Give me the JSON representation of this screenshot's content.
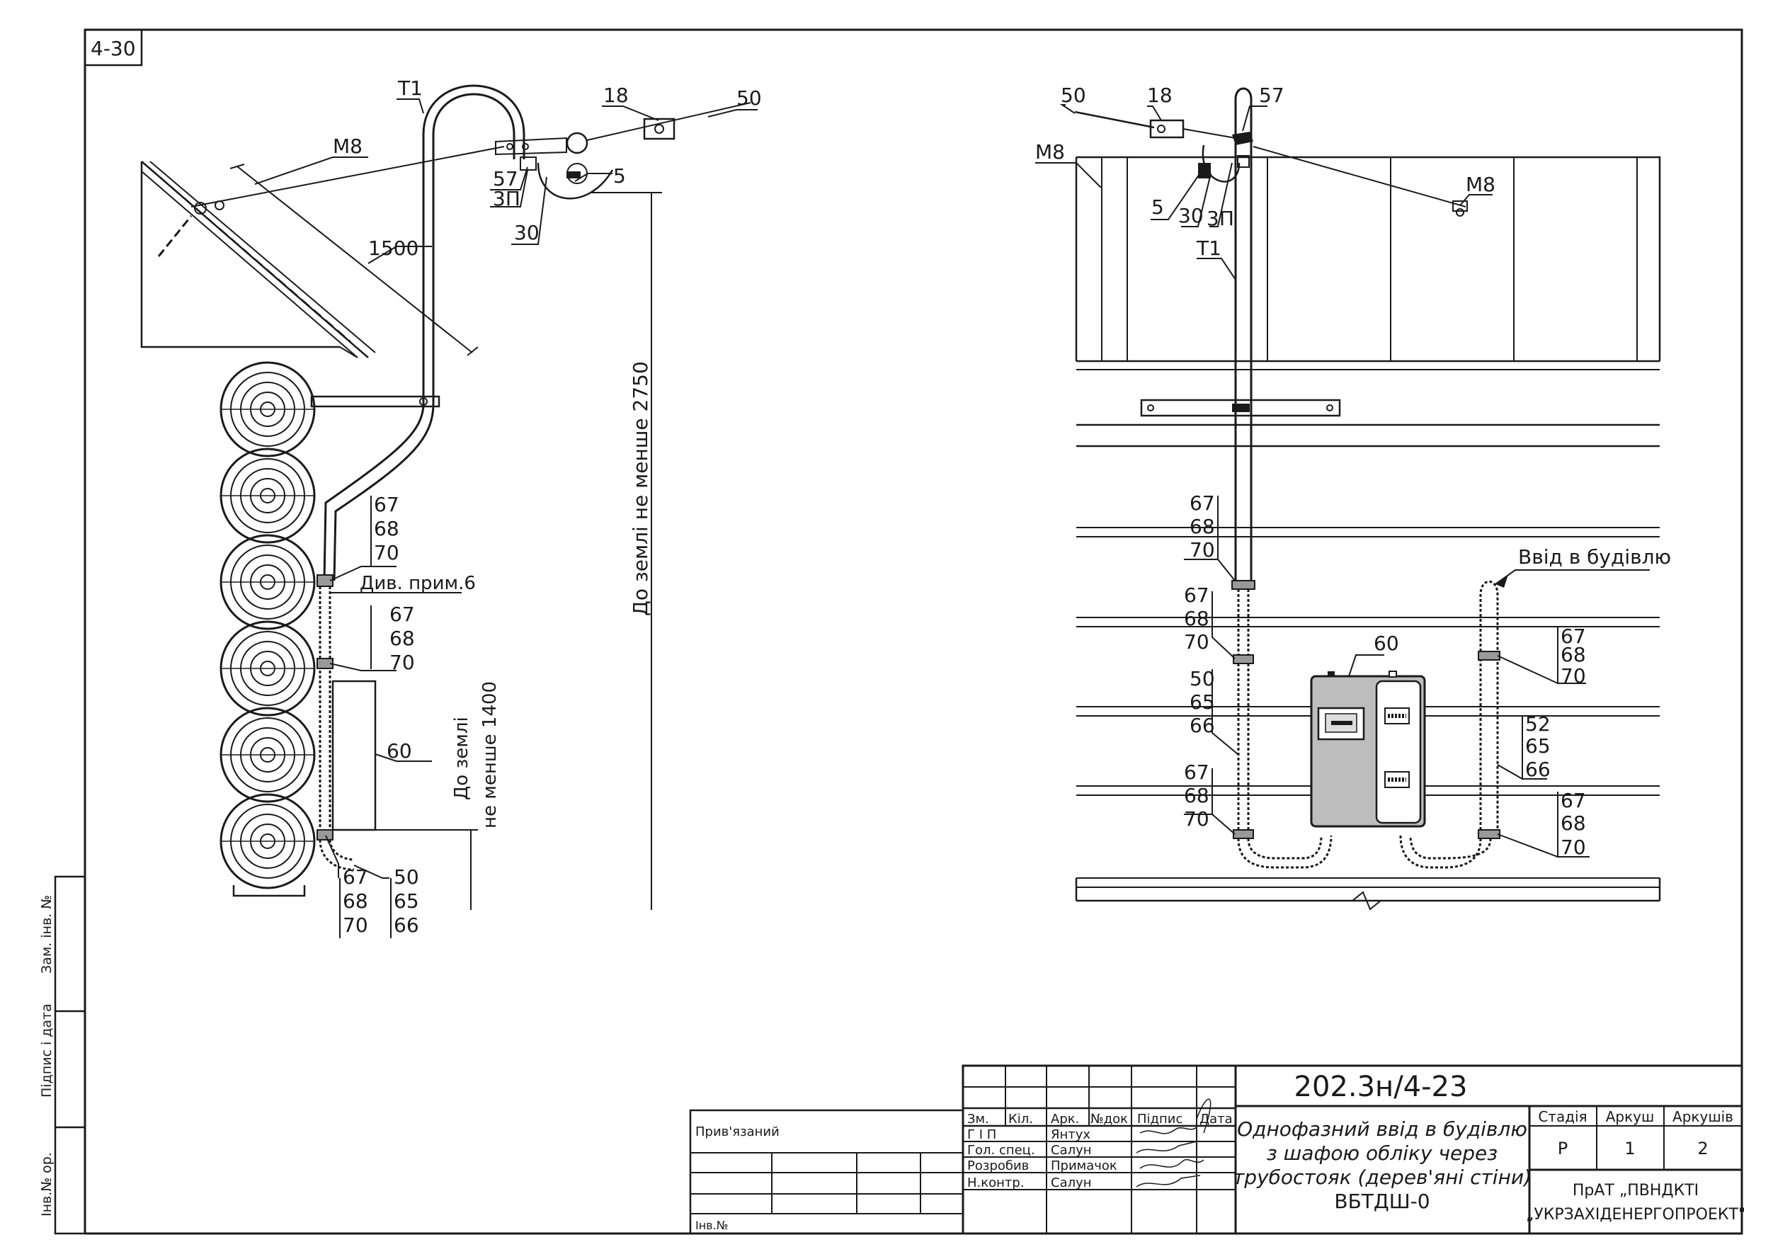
{
  "sheet_code": "4-30",
  "left_view": {
    "labels": {
      "t1": "Т1",
      "m8": "М8",
      "p18": "18",
      "p50": "50",
      "p57": "57",
      "p3p": "3П",
      "p5": "5",
      "p30": "30",
      "dim1500": "1500",
      "dim2750": "До землі не менше 2750",
      "dim1400_a": "До землі",
      "dim1400_b": "не менше 1400",
      "note6": "Див. прим.6",
      "p60": "60"
    },
    "stack1": [
      "67",
      "68",
      "70"
    ],
    "stack2": [
      "67",
      "68",
      "70"
    ],
    "stack3": [
      "67",
      "68",
      "70"
    ],
    "stack4": [
      "50",
      "65",
      "66"
    ]
  },
  "right_view": {
    "labels": {
      "p50": "50",
      "p18": "18",
      "p57": "57",
      "m8_left": "М8",
      "m8_right": "М8",
      "p5": "5",
      "p30": "30",
      "p3p": "3П",
      "t1": "Т1",
      "entry": "Ввід в будівлю",
      "p60": "60"
    },
    "stack_a": [
      "67",
      "68",
      "70"
    ],
    "stack_b": [
      "67",
      "68",
      "70"
    ],
    "stack_c": [
      "50",
      "65",
      "66"
    ],
    "stack_d": [
      "67",
      "68",
      "70"
    ],
    "stack_e": [
      "67",
      "68",
      "70"
    ],
    "stack_f": [
      "52",
      "65",
      "66"
    ],
    "stack_g": [
      "67",
      "68",
      "70"
    ]
  },
  "side_stamp": {
    "zam_inv": "Зам. інв. №",
    "pidpys": "Підпис і дата",
    "inv_orig": "Інв.№ ор."
  },
  "bound_block": {
    "pryvyazanyi": "Прив'язаний",
    "inv_no": "Інв.№"
  },
  "title_block": {
    "code": "202.3н/4-23",
    "title_lines": [
      "Однофазний ввід в будівлю",
      "з шафою обліку через",
      "трубостояк (дерев'яні стіни)",
      "ВБТДШ-0"
    ],
    "header_cols": [
      "Зм.",
      "Кіл.",
      "Арк.",
      "№док",
      "Підпис",
      "Дата"
    ],
    "roles": [
      {
        "role": "Г І П",
        "name": "Янтух"
      },
      {
        "role": "Гол. спец.",
        "name": "Салун"
      },
      {
        "role": "Розробив",
        "name": "Примачок"
      },
      {
        "role": "Н.контр.",
        "name": "Салун"
      }
    ],
    "stage_header": [
      "Стадія",
      "Аркуш",
      "Аркушів"
    ],
    "stage_values": [
      "Р",
      "1",
      "2"
    ],
    "org_line1": "ПрАТ „ПВНДКТІ",
    "org_line2": "„УКРЗАХІДЕНЕРГОПРОЕКТ\""
  }
}
